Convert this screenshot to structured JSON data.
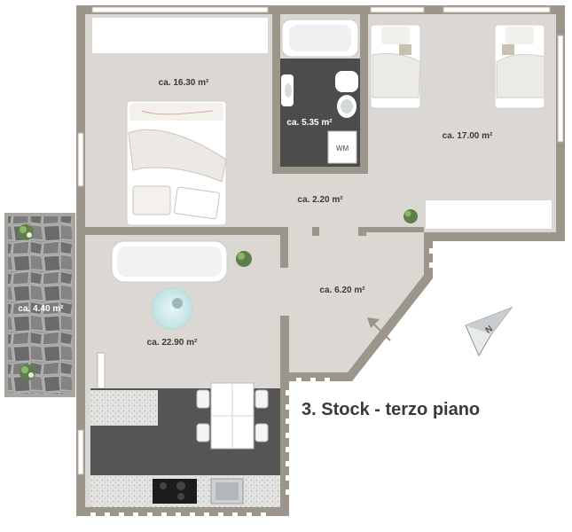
{
  "floor_title": "3. Stock - terzo piano",
  "rooms": [
    {
      "id": "bedroom-master",
      "area": "ca. 16.30 m²"
    },
    {
      "id": "bathroom",
      "area": "ca. 5.35 m²"
    },
    {
      "id": "bedroom-twin",
      "area": "ca. 17.00 m²"
    },
    {
      "id": "hallway",
      "area": "ca. 2.20 m²"
    },
    {
      "id": "entrance",
      "area": "ca. 6.20 m²"
    },
    {
      "id": "balcony",
      "area": "ca. 4.40 m²"
    },
    {
      "id": "living-kitchen",
      "area": "ca. 22.90 m²"
    }
  ],
  "appliances": {
    "washing_machine": "WM"
  },
  "compass": {
    "north_label": "N"
  },
  "colors": {
    "wall": "#9c958c",
    "floor": "#dbd8d4",
    "bath_floor": "#4c4c4c",
    "kitchen_floor": "#555555",
    "balcony": "#8a8a8a"
  }
}
